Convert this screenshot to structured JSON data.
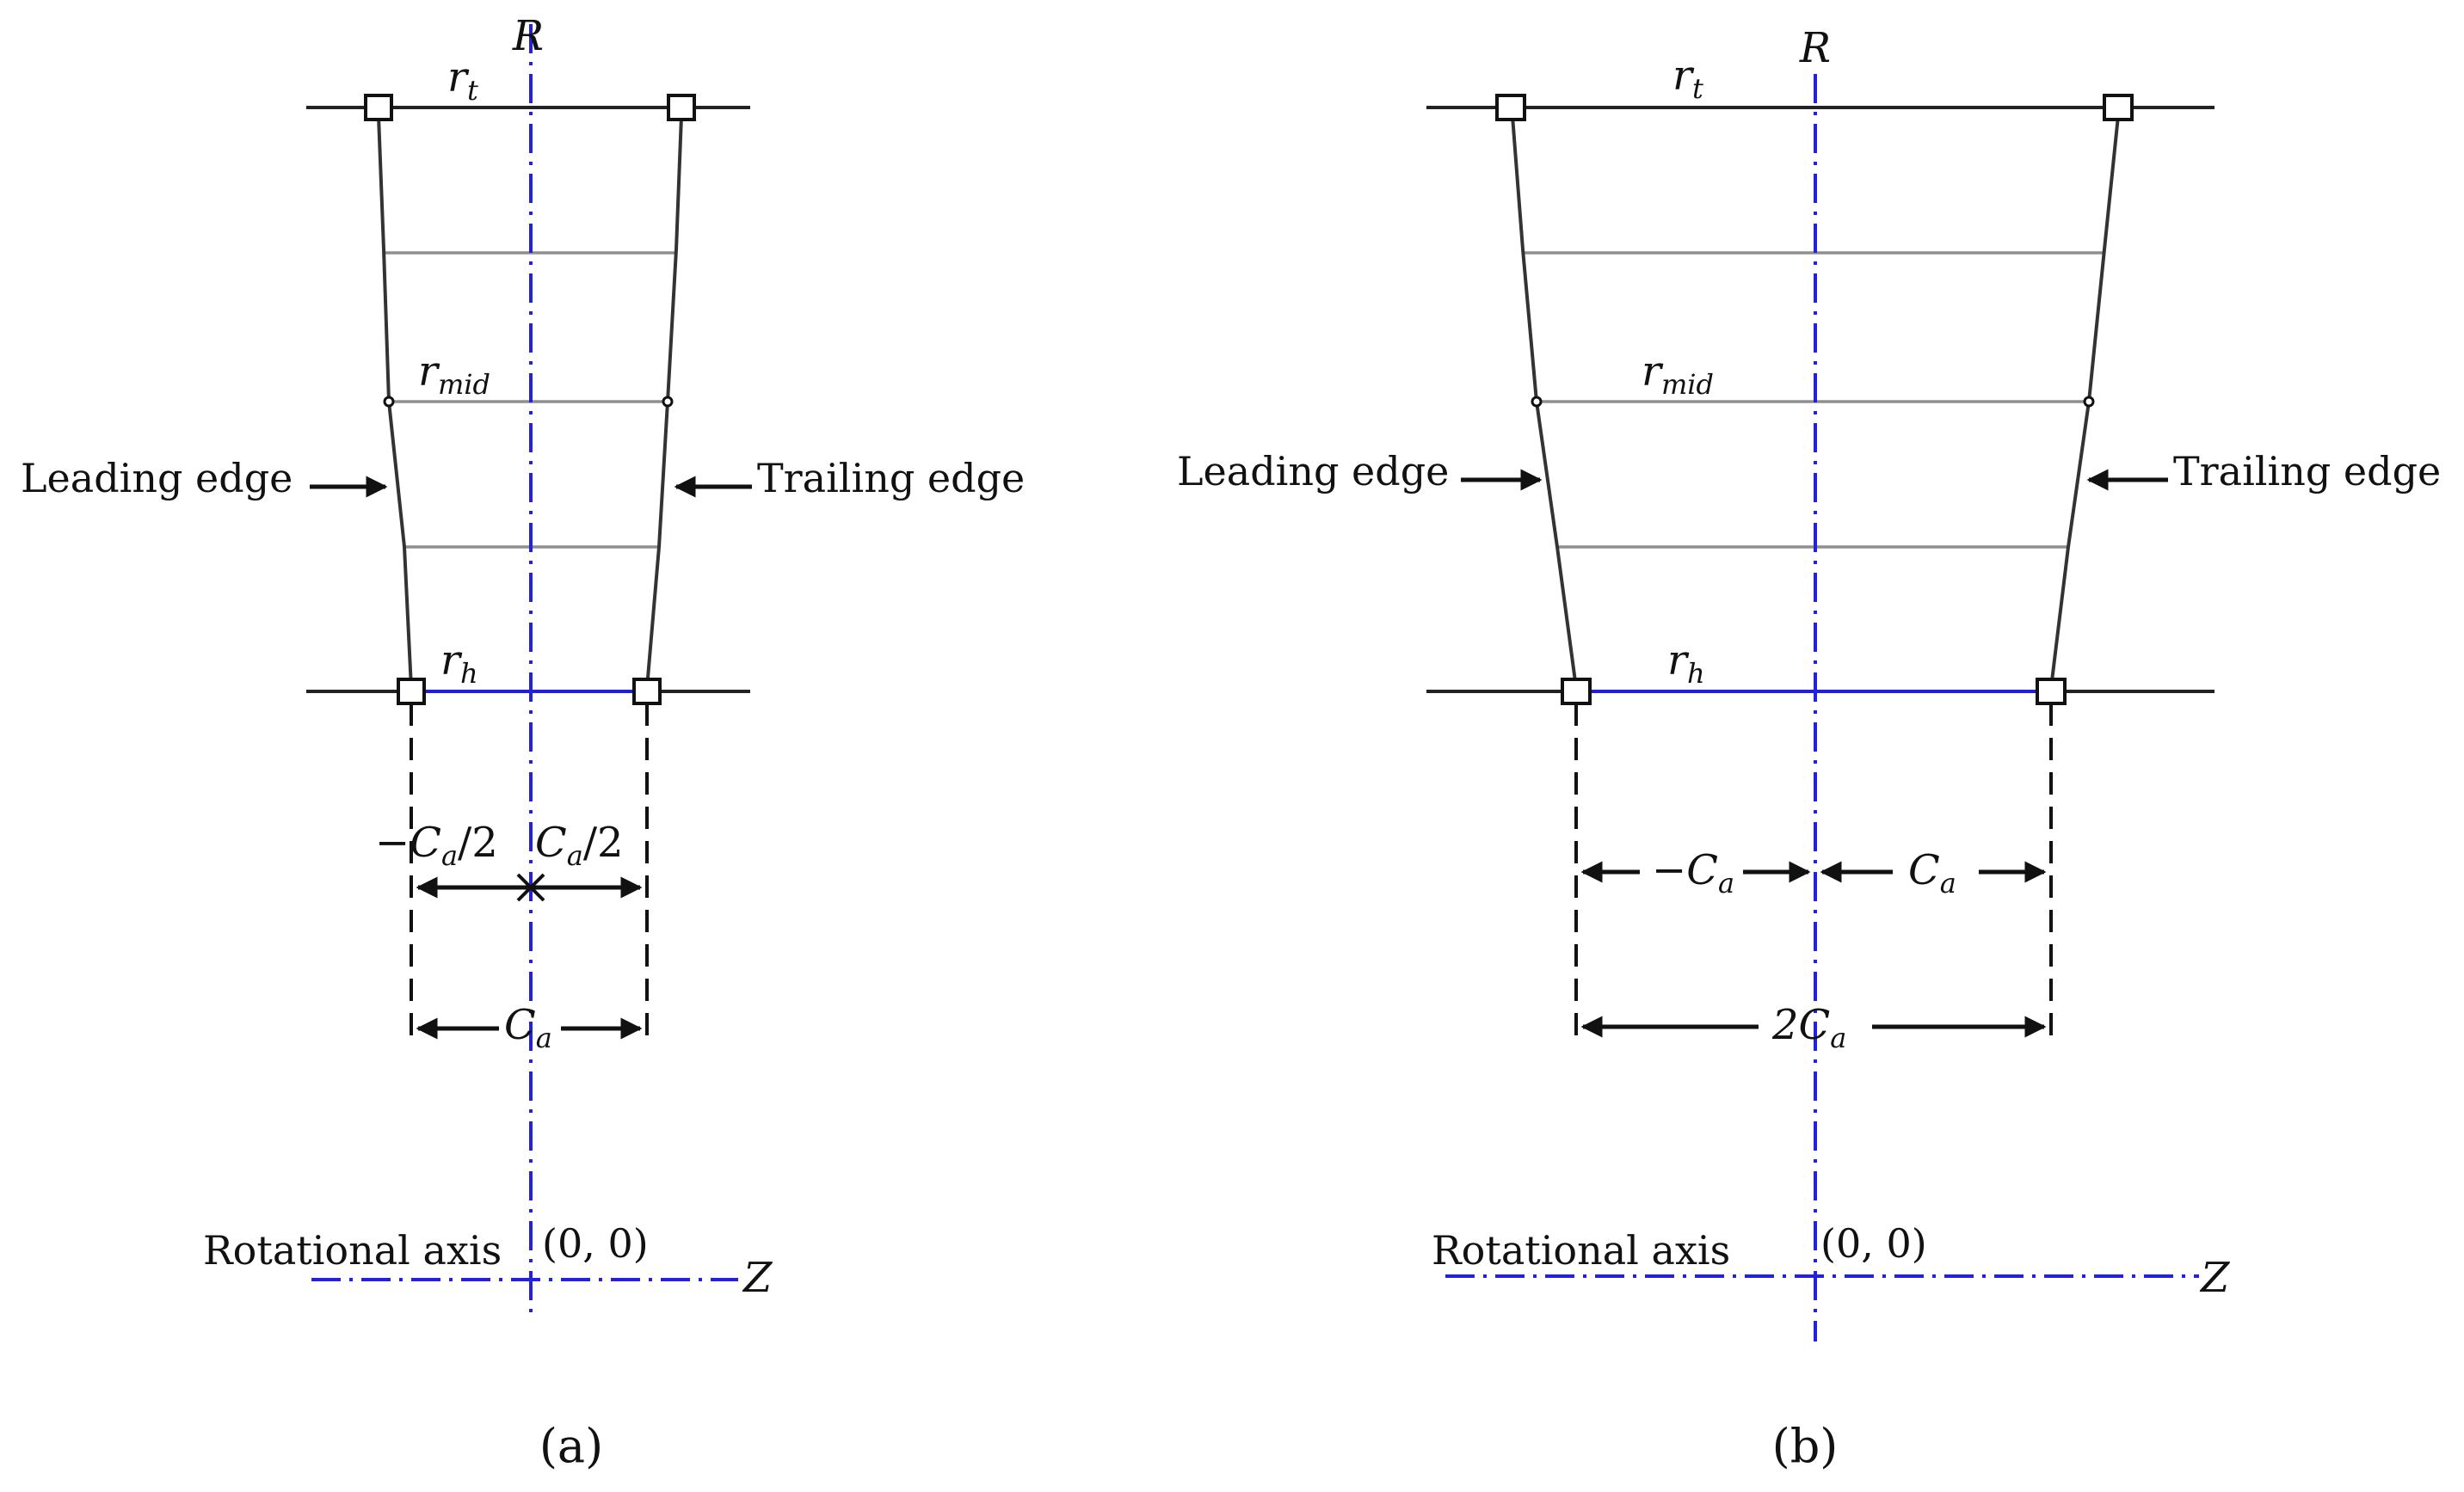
{
  "figure": {
    "panel_a": {
      "caption": "(a)",
      "labels": {
        "r_axis": "R",
        "z_axis": "Z",
        "tip": "r",
        "tip_sub": "t",
        "mid": "r",
        "mid_sub": "mid",
        "hub": "r",
        "hub_sub": "h",
        "leading_edge": "Leading edge",
        "trailing_edge": "Trailing edge",
        "minus_half_chord": "−C",
        "minus_half_chord_sub": "a",
        "minus_half_chord_tail": "/2",
        "plus_half_chord": "C",
        "plus_half_chord_sub": "a",
        "plus_half_chord_tail": "/2",
        "chord": "C",
        "chord_sub": "a",
        "rotational_axis": "Rotational axis",
        "origin": "(0, 0)"
      }
    },
    "panel_b": {
      "caption": "(b)",
      "labels": {
        "r_axis": "R",
        "z_axis": "Z",
        "tip": "r",
        "tip_sub": "t",
        "mid": "r",
        "mid_sub": "mid",
        "hub": "r",
        "hub_sub": "h",
        "leading_edge": "Leading edge",
        "trailing_edge": "Trailing edge",
        "minus_chord": "−C",
        "minus_chord_sub": "a",
        "plus_chord": "C",
        "plus_chord_sub": "a",
        "double_chord_prefix": "2C",
        "double_chord_sub": "a",
        "rotational_axis": "Rotational axis",
        "origin": "(0, 0)"
      }
    },
    "colors": {
      "axis": "#2222dd",
      "hub_line": "#1f1fd6",
      "section_lines": "#8f8f8f",
      "ink": "#111111"
    }
  }
}
